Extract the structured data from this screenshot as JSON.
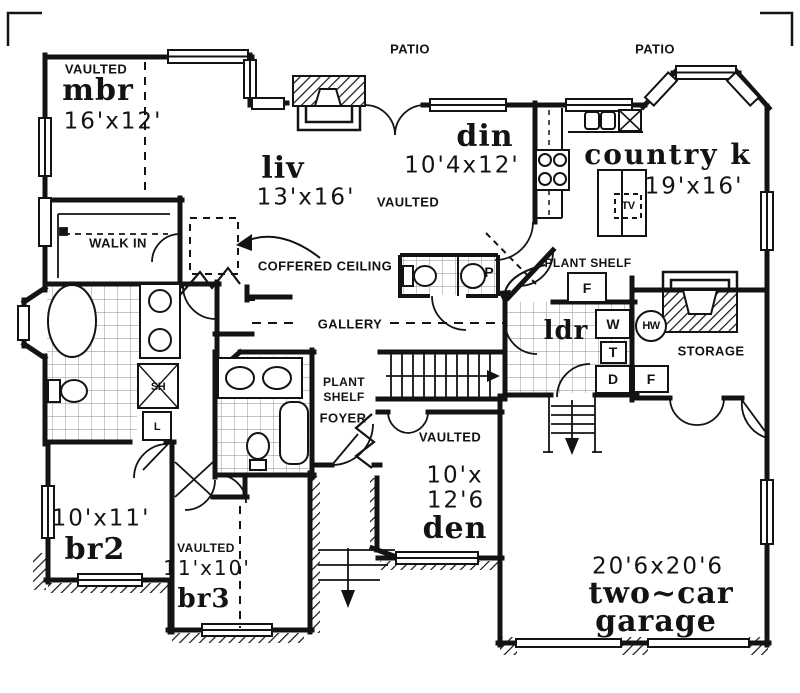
{
  "meta": {
    "background": "#ffffff",
    "ink": "#131313",
    "drawing": "single-storey house floor plan"
  },
  "outdoor": {
    "patio_left": "PATIO",
    "patio_right": "PATIO"
  },
  "rooms": {
    "master_bedroom": {
      "ceiling": "VAULTED",
      "name": "mbr",
      "dims": "16'x12'"
    },
    "walk_in": {
      "name": "WALK IN"
    },
    "living": {
      "name": "liv",
      "dims": "13'x16'",
      "note": "COFFERED CEILING"
    },
    "dining": {
      "name": "din",
      "dims": "10'4x12'",
      "ceiling": "VAULTED"
    },
    "kitchen": {
      "name": "country k",
      "dims": "19'x16'",
      "tv": "TV",
      "plant_shelf": "PLANT SHELF",
      "furnace": "F"
    },
    "gallery": {
      "name": "GALLERY"
    },
    "laundry": {
      "name": "ldr",
      "washer": "W",
      "tub": "T",
      "dryer": "D",
      "hot_water": "HW"
    },
    "storage": {
      "name": "STORAGE",
      "freezer": "F"
    },
    "powder": {
      "name": "P"
    },
    "master_bath": {
      "shower": "SH",
      "linen": "L"
    },
    "foyer": {
      "name": "FOYER",
      "plant_shelf_1": "PLANT",
      "plant_shelf_2": "SHELF"
    },
    "den": {
      "ceiling": "VAULTED",
      "dims_1": "10'x",
      "dims_2": "12'6",
      "name": "den"
    },
    "bedroom_2": {
      "dims": "10'x11'",
      "name": "br2"
    },
    "bedroom_3": {
      "ceiling": "VAULTED",
      "dims": "11'x10'",
      "name": "br3"
    },
    "garage": {
      "dims": "20'6x20'6",
      "name_line_1": "two~car",
      "name_line_2": "garage"
    }
  }
}
